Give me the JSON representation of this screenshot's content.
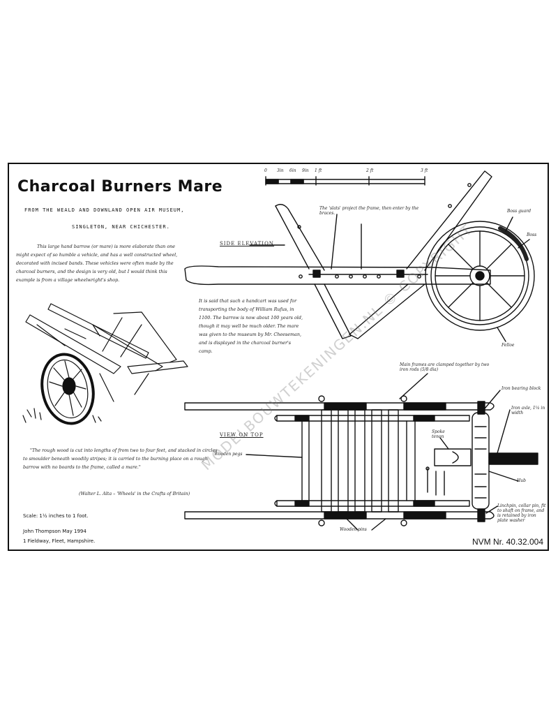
{
  "title": "Charcoal Burners Mare",
  "subtitle_1": "FROM THE WEALD AND DOWNLAND OPEN AIR MUSEUM,",
  "subtitle_2": "SINGLETON, NEAR CHICHESTER.",
  "intro_text": "This large hand barrow (or mare) is more elaborate than one might expect of so humble a vehicle, and has a well constructed wheel, decorated with incised bands. These vehicles were often made by the charcoal burners, and the design is very old, but I would think this example is from a village wheelwright's shop.",
  "middle_text": "It is said that such a handcart was used for transporting the body of William Rufus, in 1100. The barrow is now about 100 years old, though it may well be much older. The mare was given to the museum by Mr. Cheeseman, and is displayed in the charcoal burner's camp.",
  "quote_text": "\"The rough wood is cut into lengths of from two to four feet, and stacked in circles to smoulder beneath woodily stripes; it is carried to the burning place on a rough barrow with no boards to the frame, called a mare.\"",
  "quote_source": "(Walter L. Alta – 'Wheels' in the Crafts of Britain)",
  "scale_note": "Scale: 1½ inches to 1 foot.",
  "author": "John Thompson   May 1994",
  "address": "1 Fieldway, Fleet, Hampshire.",
  "side_elevation_label": "SIDE ELEVATION",
  "view_on_top_label": "VIEW ON TOP",
  "scale_bar_ticks": [
    "0",
    "3in",
    "6in",
    "9in",
    "1 ft",
    "2 ft",
    "3 ft"
  ],
  "labels": {
    "side_note": "The 'slats' project the frame, then enter by the braces.",
    "boss_guard": "Boss guard",
    "boss": "Boss",
    "felloe": "Felloe",
    "wedge_note": "Main frames are clamped together by two iron rods (5/8 dia)",
    "iron_rod": "Iron bearing block",
    "axle": "Iron axle, 1¼ in width",
    "wooden_pegs": "Wooden pegs",
    "wooden_pins": "Wooden pins",
    "spoke_tenon": "Spoke tenon",
    "hub": "Hub",
    "linch_pin": "Linchpin, collar pin, fit to shaft on frame, and is retained by iron plate washer"
  },
  "catalog_number": "NVM Nr. 40.32.004",
  "watermark": "MODELBOUWTEKENINGEN.NL © COPYRIGHT"
}
